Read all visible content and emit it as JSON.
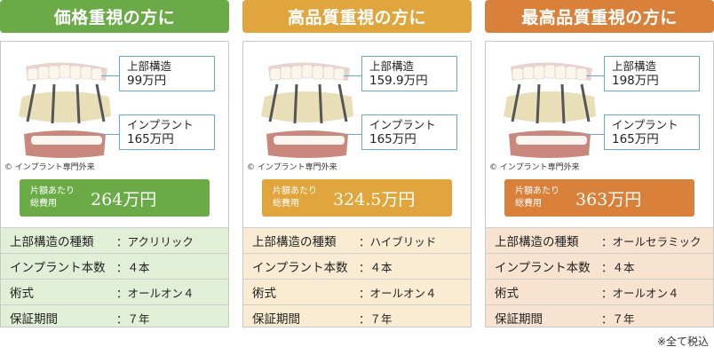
{
  "plans": [
    {
      "title": "価格重視の方に",
      "color": "#6aaa47",
      "tint": "#e2efd7",
      "upper_label": "上部構造",
      "upper_price": "99万円",
      "implant_label": "インプラント",
      "implant_price": "165万円",
      "copyright": "© インプラント専門外来",
      "total_label": [
        "片額あたり",
        "総費用"
      ],
      "total_price": "264万円",
      "specs": [
        {
          "key": "上部構造の種類",
          "value": "：アクリリック"
        },
        {
          "key": "インプラント本数",
          "value": "：４本"
        },
        {
          "key": "術式",
          "value": "：オールオン４"
        },
        {
          "key": "保証期間",
          "value": "：７年"
        }
      ]
    },
    {
      "title": "高品質重視の方に",
      "color": "#e0a53d",
      "tint": "#f9ecd2",
      "upper_label": "上部構造",
      "upper_price": "159.9万円",
      "implant_label": "インプラント",
      "implant_price": "165万円",
      "copyright": "© インプラント専門外来",
      "total_label": [
        "片額あたり",
        "総費用"
      ],
      "total_price": "324.5万円",
      "specs": [
        {
          "key": "上部構造の種類",
          "value": "：ハイブリッド"
        },
        {
          "key": "インプラント本数",
          "value": "：４本"
        },
        {
          "key": "術式",
          "value": "：オールオン４"
        },
        {
          "key": "保証期間",
          "value": "：７年"
        }
      ]
    },
    {
      "title": "最高品質重視の方に",
      "color": "#d9813a",
      "tint": "#f8e3d0",
      "upper_label": "上部構造",
      "upper_price": "198万円",
      "implant_label": "インプラント",
      "implant_price": "165万円",
      "copyright": "© インプラント専門外来",
      "total_label": [
        "片額あたり",
        "総費用"
      ],
      "total_price": "363万円",
      "specs": [
        {
          "key": "上部構造の種類",
          "value": "：オールセラミック"
        },
        {
          "key": "インプラント本数",
          "value": "：４本"
        },
        {
          "key": "術式",
          "value": "：オールオン４"
        },
        {
          "key": "保証期間",
          "value": "：７年"
        }
      ]
    }
  ],
  "footnote": "※全て税込"
}
